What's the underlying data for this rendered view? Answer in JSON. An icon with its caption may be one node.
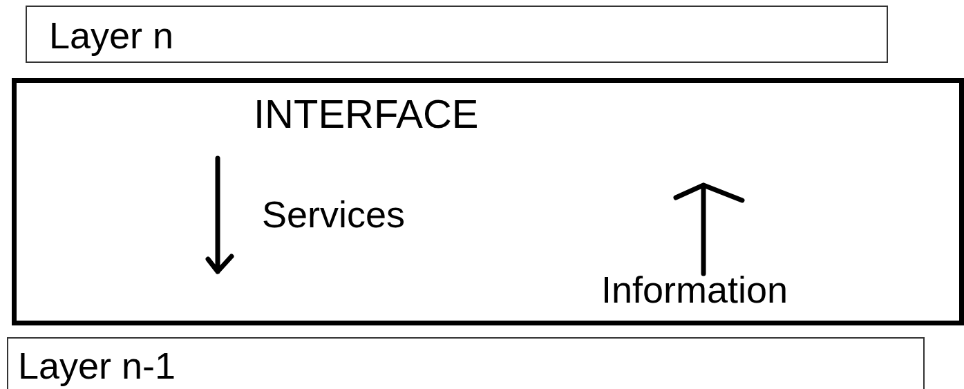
{
  "diagram": {
    "nodes": [
      {
        "text": [
          "Layer n"
        ]
      },
      {
        "text": [
          "INTERFACE",
          "Services",
          "Information"
        ]
      },
      {
        "text": [
          "Layer n-1"
        ]
      }
    ]
  }
}
